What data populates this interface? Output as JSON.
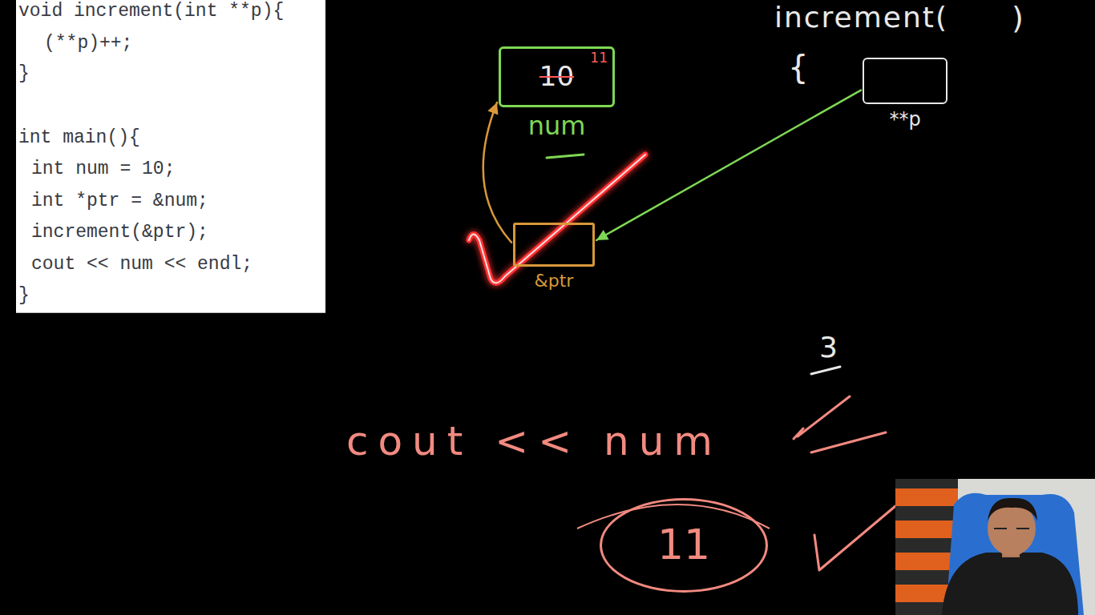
{
  "diagram": {
    "nodes": [
      {
        "text": [
          "10",
          "11",
          "num"
        ]
      },
      {
        "text": [
          "&ptr"
        ]
      },
      {
        "text": [
          "**p"
        ]
      },
      {
        "text": [
          "11"
        ]
      }
    ],
    "edges": [
      {
        "from": 1,
        "to": 0,
        "arrow": "to"
      },
      {
        "from": 2,
        "to": 1,
        "arrow": "to"
      }
    ],
    "labels": [
      "void increment(int **p){",
      "(**p)++;",
      "}",
      "int main(){",
      "int num = 10;",
      "int *ptr = &num;",
      "increment(&ptr);",
      "cout << num << endl;",
      "}",
      "increment(",
      ")",
      "{",
      "3",
      "cout << num"
    ]
  }
}
